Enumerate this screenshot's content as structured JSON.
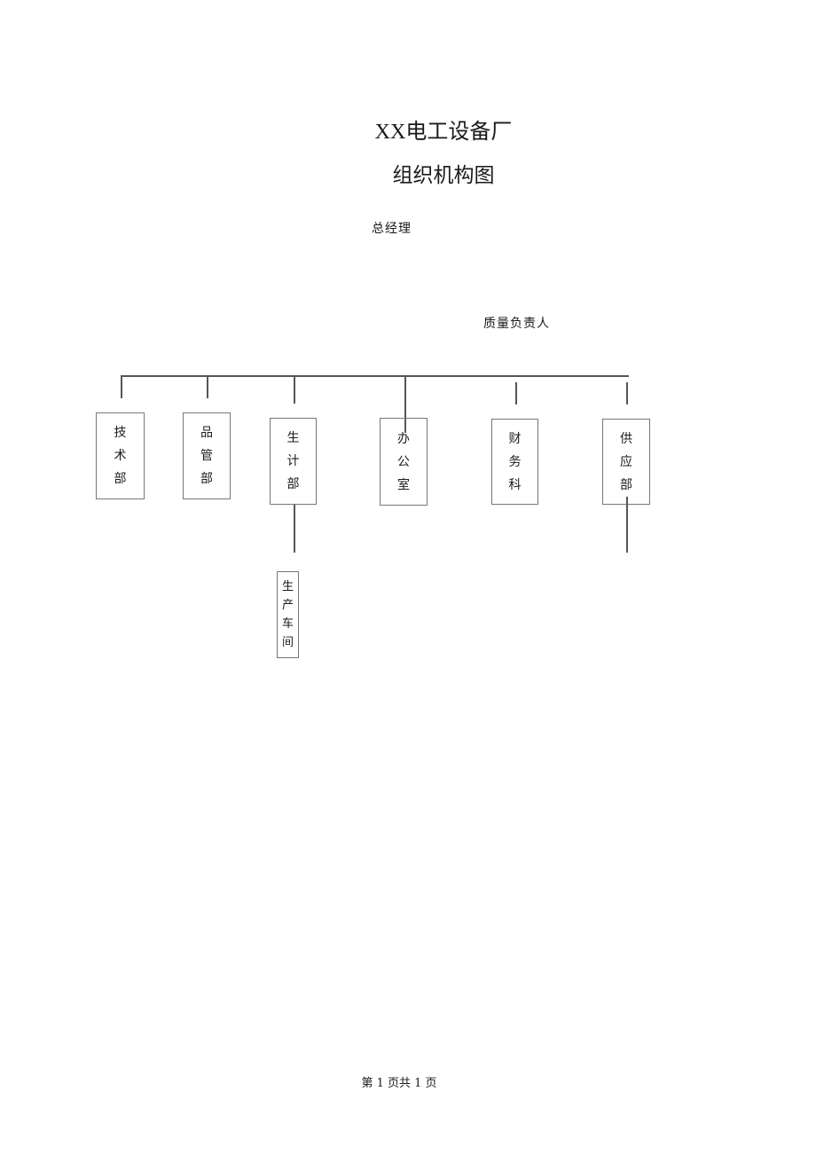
{
  "document": {
    "title_line1": "XX电工设备厂",
    "title_line2": "组织机构图"
  },
  "org_chart": {
    "top": "总经理",
    "quality": "质量负责人",
    "departments": [
      {
        "name": "技术部",
        "chars": [
          "技",
          "术",
          "部"
        ]
      },
      {
        "name": "品管部",
        "chars": [
          "品",
          "管",
          "部"
        ]
      },
      {
        "name": "生计部",
        "chars": [
          "生",
          "计",
          "部"
        ]
      },
      {
        "name": "办公室",
        "chars": [
          "办",
          "公",
          "室"
        ]
      },
      {
        "name": "财务科",
        "chars": [
          "财",
          "务",
          "科"
        ]
      },
      {
        "name": "供应部",
        "chars": [
          "供",
          "应",
          "部"
        ]
      }
    ],
    "sub_unit": {
      "name": "生产车间",
      "chars": [
        "生",
        "产",
        "车",
        "间"
      ],
      "parent": "生计部"
    }
  },
  "footer": {
    "page_text": "第 1 页共 1 页"
  },
  "colors": {
    "line": "#555555",
    "box_border": "#777777",
    "text": "#1a1a1a"
  }
}
